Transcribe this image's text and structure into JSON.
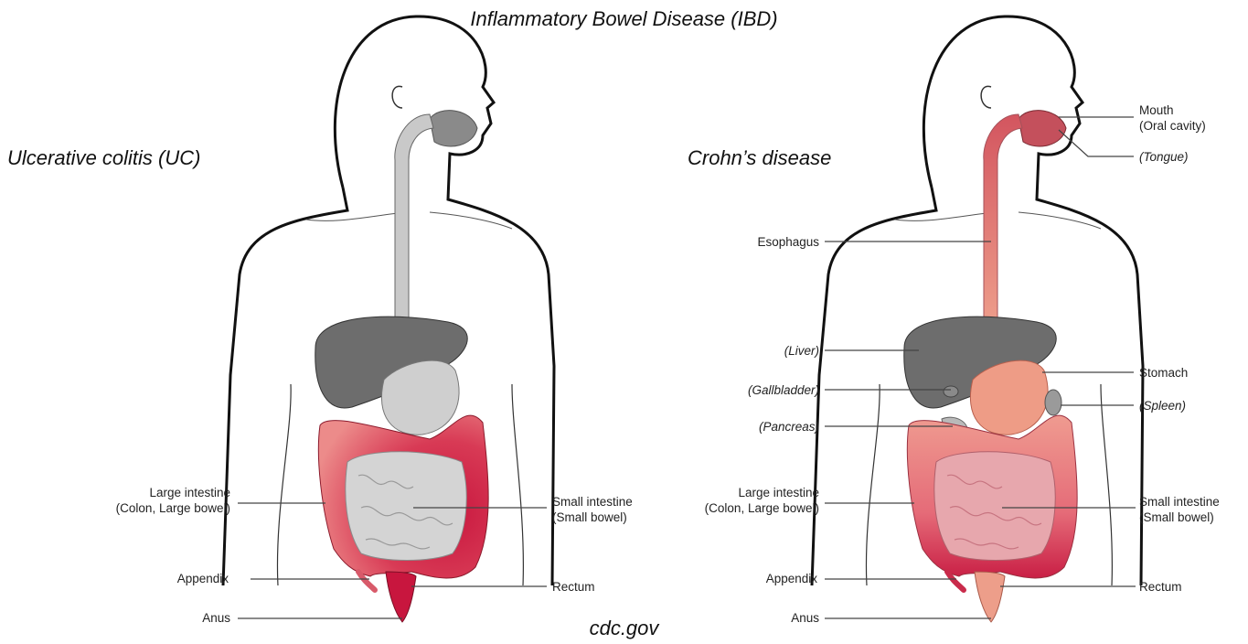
{
  "title": "Inflammatory Bowel Disease (IBD)",
  "footer": "cdc.gov",
  "left_panel": {
    "heading": "Ulcerative colitis (UC)",
    "labels": {
      "large_intestine_1": "Large intestine",
      "large_intestine_2": "(Colon, Large bowel)",
      "small_intestine_1": "Small intestine",
      "small_intestine_2": "(Small bowel)",
      "appendix": "Appendix",
      "rectum": "Rectum",
      "anus": "Anus"
    }
  },
  "right_panel": {
    "heading": "Crohn’s disease",
    "labels": {
      "mouth_1": "Mouth",
      "mouth_2": "(Oral cavity)",
      "tongue": "(Tongue)",
      "esophagus": "Esophagus",
      "liver": "(Liver)",
      "gallbladder": "(Gallbladder)",
      "pancreas": "(Pancreas)",
      "stomach": "Stomach",
      "spleen": "(Spleen)",
      "large_intestine_1": "Large intestine",
      "large_intestine_2": "(Colon, Large bowel)",
      "small_intestine_1": "Small intestine",
      "small_intestine_2": "(Small bowel)",
      "appendix": "Appendix",
      "rectum": "Rectum",
      "anus": "Anus"
    }
  },
  "colors": {
    "outline": "#111111",
    "inflamed_dark": "#c8163e",
    "inflamed_light": "#e8868c",
    "healthy_gray": "#c9c9c9",
    "liver_gray": "#6d6d6d",
    "crohn_tract": "#e59a8c",
    "leader_line": "#444444"
  }
}
